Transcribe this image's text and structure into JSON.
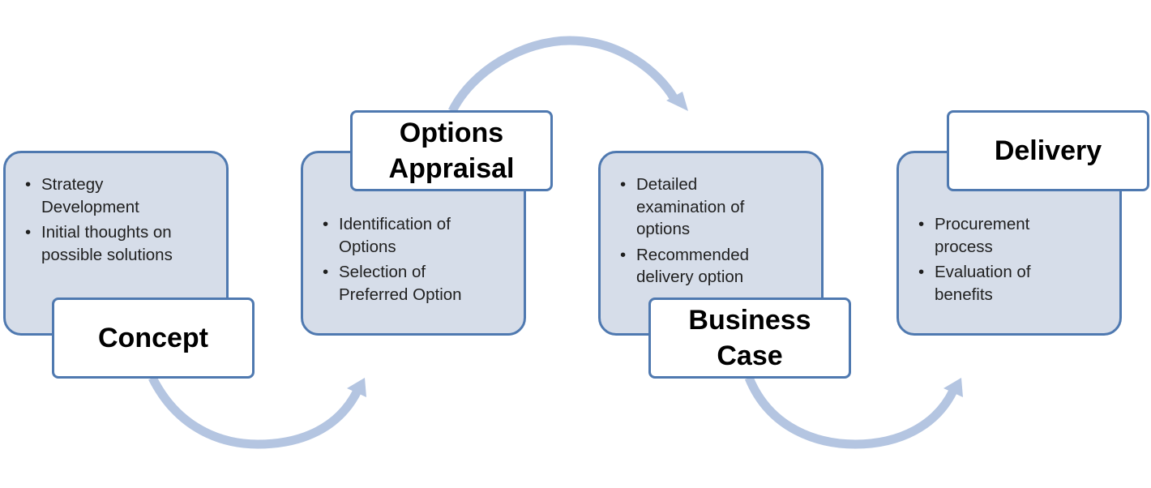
{
  "colors": {
    "detail_fill": "#d6dde9",
    "border": "#4f79b0",
    "arrow": "#b4c5e1",
    "label_fill": "#ffffff"
  },
  "stages": [
    {
      "title_lines": [
        "Concept"
      ],
      "bullets": [
        [
          "Strategy",
          "Development"
        ],
        [
          "Initial thoughts on",
          "possible solutions"
        ]
      ]
    },
    {
      "title_lines": [
        "Options",
        "Appraisal"
      ],
      "bullets": [
        [
          "Identification of",
          "Options"
        ],
        [
          "Selection of",
          "Preferred Option"
        ]
      ]
    },
    {
      "title_lines": [
        "Business",
        "Case"
      ],
      "bullets": [
        [
          "Detailed",
          "examination of",
          "options"
        ],
        [
          "Recommended",
          "delivery option"
        ]
      ]
    },
    {
      "title_lines": [
        "Delivery"
      ],
      "bullets": [
        [
          "Procurement",
          "process"
        ],
        [
          "Evaluation of",
          "benefits"
        ]
      ]
    }
  ]
}
